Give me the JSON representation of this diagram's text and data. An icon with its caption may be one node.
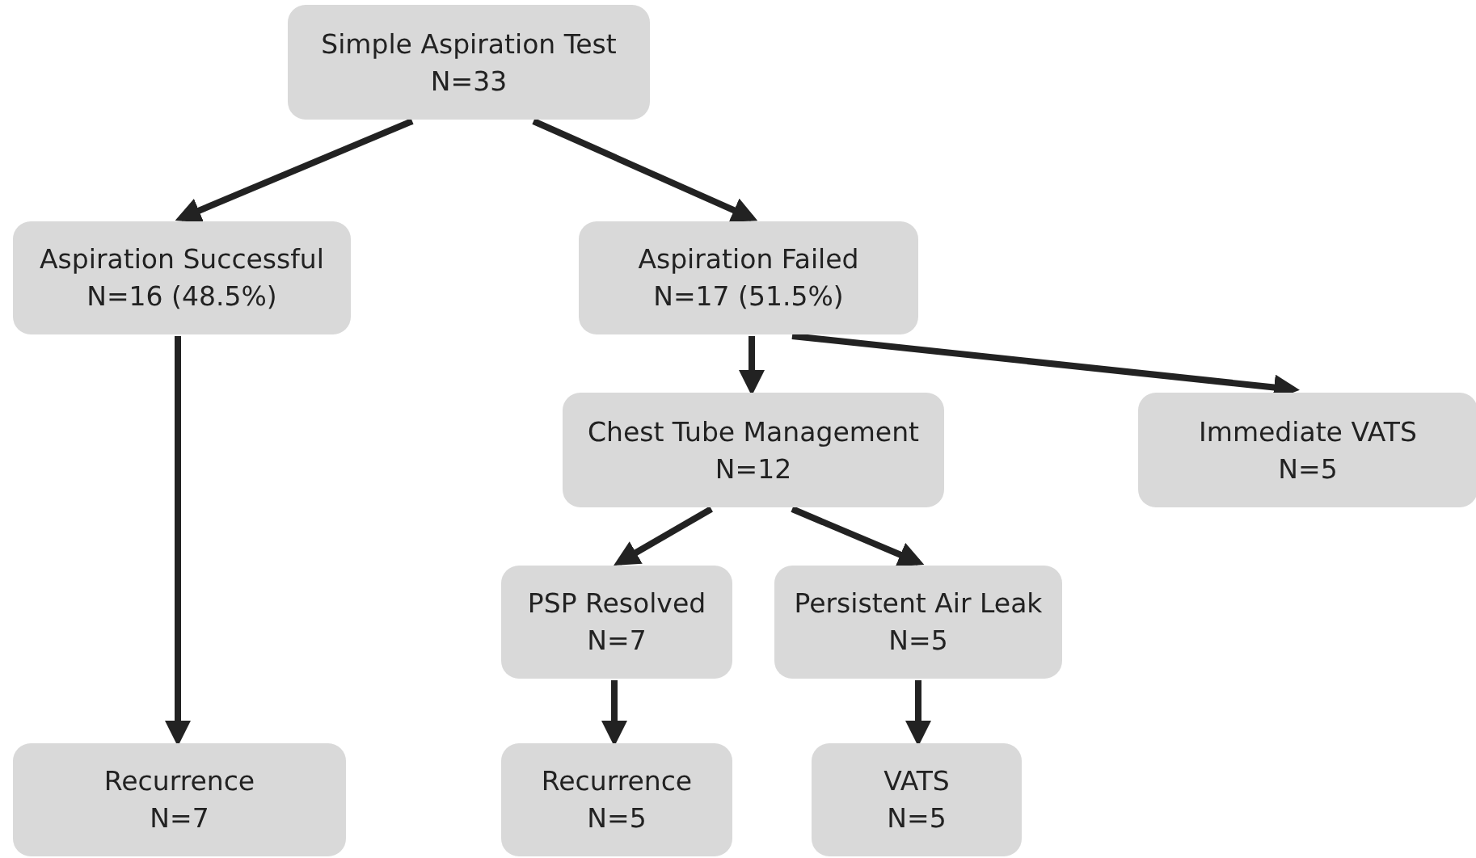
{
  "diagram": {
    "nodes": [
      {
        "text": [
          "Simple Aspiration Test",
          "N=33"
        ]
      },
      {
        "text": [
          "Aspiration Successful",
          "N=16 (48.5%)"
        ]
      },
      {
        "text": [
          "Aspiration Failed",
          "N=17 (51.5%)"
        ]
      },
      {
        "text": [
          "Chest Tube Management",
          "N=12"
        ]
      },
      {
        "text": [
          "Immediate VATS",
          "N=5"
        ]
      },
      {
        "text": [
          "PSP Resolved",
          "N=7"
        ]
      },
      {
        "text": [
          "Persistent Air Leak",
          "N=5"
        ]
      },
      {
        "text": [
          "Recurrence",
          "N=7"
        ]
      },
      {
        "text": [
          "Recurrence",
          "N=5"
        ]
      },
      {
        "text": [
          "VATS",
          "N=5"
        ]
      }
    ],
    "edges": [
      {
        "from": 0,
        "to": 1,
        "arrow": "to"
      },
      {
        "from": 0,
        "to": 2,
        "arrow": "to"
      },
      {
        "from": 1,
        "to": 7,
        "arrow": "to"
      },
      {
        "from": 2,
        "to": 3,
        "arrow": "to"
      },
      {
        "from": 2,
        "to": 4,
        "arrow": "to"
      },
      {
        "from": 3,
        "to": 5,
        "arrow": "to"
      },
      {
        "from": 3,
        "to": 6,
        "arrow": "to"
      },
      {
        "from": 5,
        "to": 8,
        "arrow": "to"
      },
      {
        "from": 6,
        "to": 9,
        "arrow": "to"
      }
    ]
  }
}
